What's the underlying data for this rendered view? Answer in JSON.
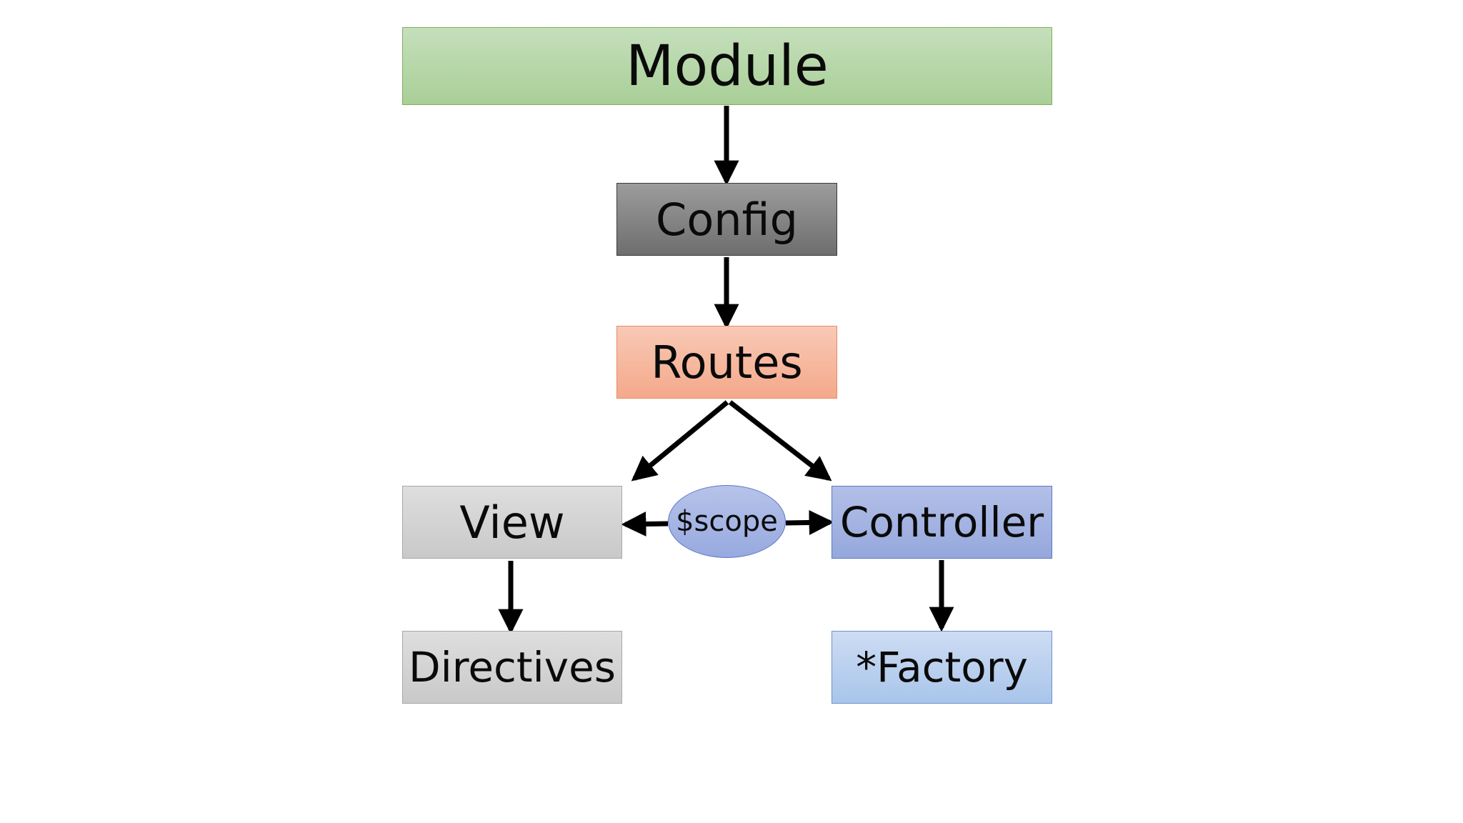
{
  "diagram": {
    "nodes": {
      "module": "Module",
      "config": "Config",
      "routes": "Routes",
      "view": "View",
      "scope": "$scope",
      "controller": "Controller",
      "directives": "Directives",
      "factory": "*Factory"
    },
    "edges": [
      {
        "from": "Module",
        "to": "Config"
      },
      {
        "from": "Config",
        "to": "Routes"
      },
      {
        "from": "Routes",
        "to": "View"
      },
      {
        "from": "Routes",
        "to": "Controller"
      },
      {
        "from": "$scope",
        "to": "View"
      },
      {
        "from": "$scope",
        "to": "Controller"
      },
      {
        "from": "View",
        "to": "Directives"
      },
      {
        "from": "Controller",
        "to": "*Factory"
      }
    ]
  }
}
